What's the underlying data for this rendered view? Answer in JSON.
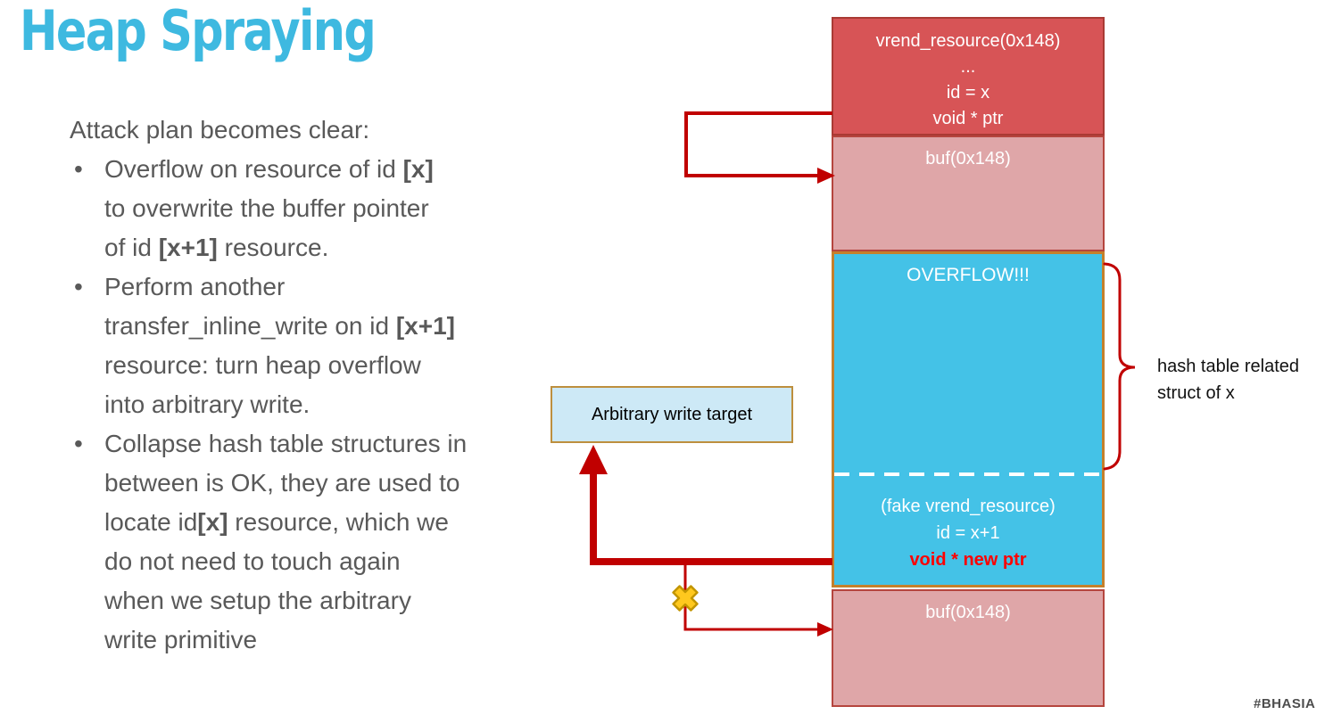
{
  "slide": {
    "title": "Heap Spraying",
    "hashtag": "#BHASIA"
  },
  "attack_plan": {
    "intro": "Attack plan becomes clear:",
    "bullets": [
      {
        "lines": [
          [
            {
              "text": "Overflow on resource of id ",
              "bold": false
            },
            {
              "text": "[x]",
              "bold": true
            }
          ],
          [
            {
              "text": "to overwrite the buffer pointer",
              "bold": false
            }
          ],
          [
            {
              "text": "of id ",
              "bold": false
            },
            {
              "text": "[x+1]",
              "bold": true
            },
            {
              "text": " resource.",
              "bold": false
            }
          ]
        ]
      },
      {
        "lines": [
          [
            {
              "text": "Perform another",
              "bold": false
            }
          ],
          [
            {
              "text": "transfer_inline_write on id ",
              "bold": false
            },
            {
              "text": "[x+1]",
              "bold": true
            }
          ],
          [
            {
              "text": "resource: turn heap overflow",
              "bold": false
            }
          ],
          [
            {
              "text": "into arbitrary write.",
              "bold": false
            }
          ]
        ]
      },
      {
        "lines": [
          [
            {
              "text": "Collapse hash table structures in",
              "bold": false
            }
          ],
          [
            {
              "text": "between is OK, they are used to",
              "bold": false
            }
          ],
          [
            {
              "text": "locate id",
              "bold": false
            },
            {
              "text": "[x]",
              "bold": true
            },
            {
              "text": " resource, which we",
              "bold": false
            }
          ],
          [
            {
              "text": "do not need to touch again",
              "bold": false
            }
          ],
          [
            {
              "text": "when we setup the arbitrary",
              "bold": false
            }
          ],
          [
            {
              "text": "write primitive",
              "bold": false
            }
          ]
        ]
      }
    ]
  },
  "diagram": {
    "vrend_box": {
      "line1": "vrend_resource(0x148)",
      "line2": "...",
      "line3": "id = x",
      "line4": "void * ptr"
    },
    "buf_top": "buf(0x148)",
    "overflow_label": "OVERFLOW!!!",
    "fake_box": {
      "line1": "(fake vrend_resource)",
      "line2": "id = x+1",
      "line3": "void * new ptr"
    },
    "buf_bottom": "buf(0x148)",
    "write_target": "Arbitrary write target",
    "brace_label": {
      "line1": "hash table related",
      "line2": "struct of x"
    }
  },
  "colors": {
    "title": "#3EB9E0",
    "body_text": "#595959",
    "red_box_fill": "#D75456",
    "red_box_border": "#A93A34",
    "pink_box_fill": "#DFA6A8",
    "pink_box_border": "#B5453E",
    "blue_box_fill": "#44C2E7",
    "blue_box_border": "#C5802B",
    "target_fill": "#CDE9F6",
    "target_border": "#BD8F3E",
    "arrow": "#C00000",
    "new_ptr_text": "#FF0000",
    "x_mark_fill": "#FFC81E",
    "x_mark_border": "#C29500"
  }
}
